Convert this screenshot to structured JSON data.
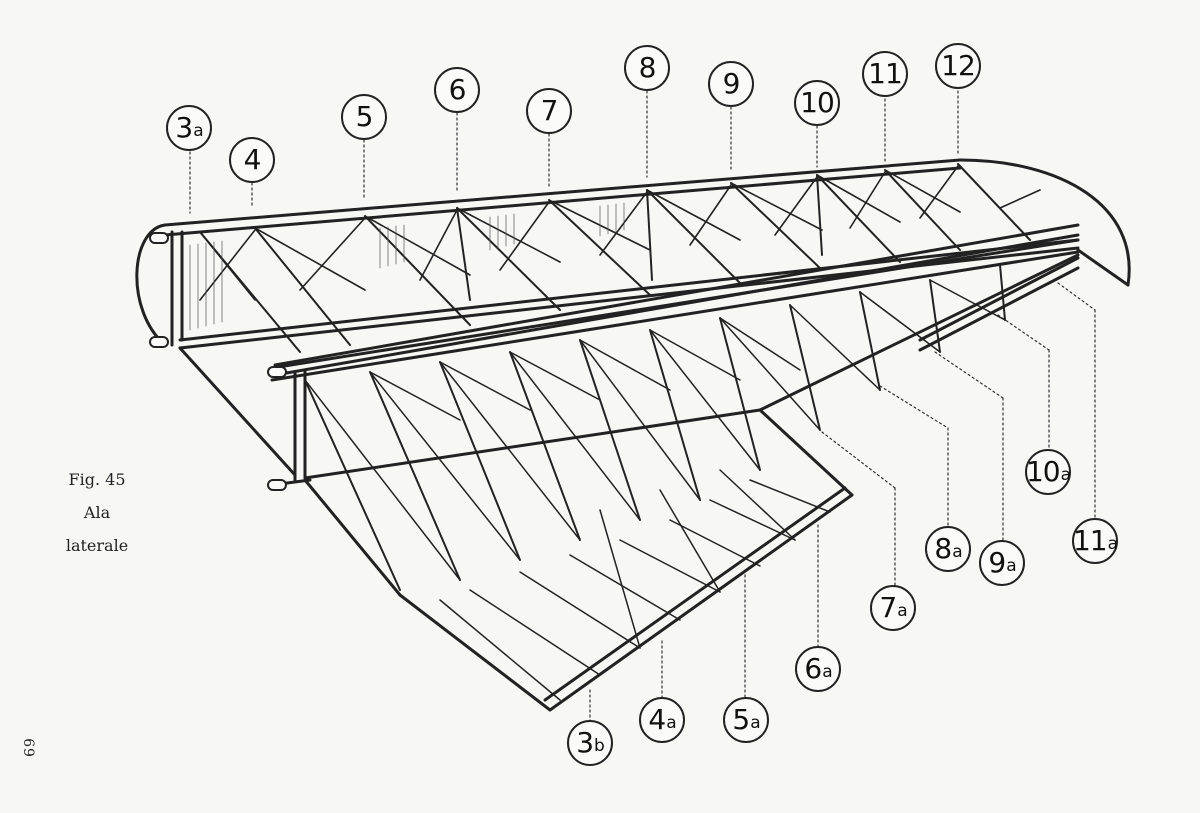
{
  "caption": {
    "fig": "Fig. 45",
    "title_line1": "Ala",
    "title_line2": "laterale"
  },
  "page_number": "69",
  "labels": {
    "3a": {
      "num": "3",
      "sub": "a"
    },
    "4": {
      "num": "4",
      "sub": ""
    },
    "5": {
      "num": "5",
      "sub": ""
    },
    "6": {
      "num": "6",
      "sub": ""
    },
    "7": {
      "num": "7",
      "sub": ""
    },
    "8": {
      "num": "8",
      "sub": ""
    },
    "9": {
      "num": "9",
      "sub": ""
    },
    "10": {
      "num": "10",
      "sub": ""
    },
    "11": {
      "num": "11",
      "sub": ""
    },
    "12": {
      "num": "12",
      "sub": ""
    },
    "3b": {
      "num": "3",
      "sub": "b"
    },
    "4a": {
      "num": "4",
      "sub": "a"
    },
    "5a": {
      "num": "5",
      "sub": "a"
    },
    "6a": {
      "num": "6",
      "sub": "a"
    },
    "7a": {
      "num": "7",
      "sub": "a"
    },
    "8a": {
      "num": "8",
      "sub": "a"
    },
    "9a": {
      "num": "9",
      "sub": "a"
    },
    "10a": {
      "num": "10",
      "sub": "a"
    },
    "11a": {
      "num": "11",
      "sub": "a"
    }
  }
}
